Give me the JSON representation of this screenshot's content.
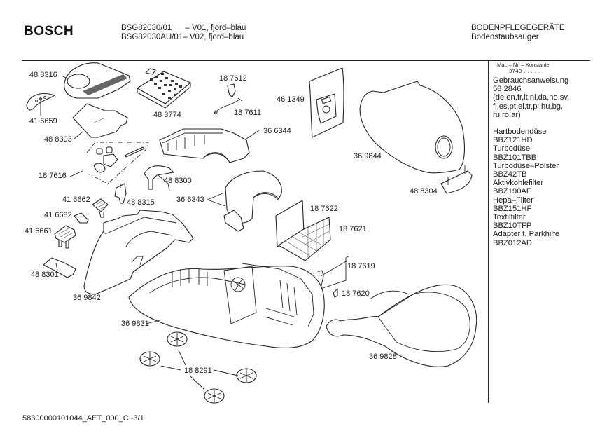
{
  "header": {
    "brand": "BOSCH",
    "models": [
      "BSG82030/01      – V01, fjord–blau",
      "BSG82030AU/01– V02, fjord–blau"
    ],
    "category": "BODENPFLEGEGERÄTE",
    "subcategory": "Bodenstaubsauger"
  },
  "sidebar": {
    "mat_label": "Mat. – Nr. – Konstante",
    "mat_value": "3740  .  .   .  .  .  .",
    "manual": {
      "title": "Gebrauchsanweisung",
      "number": "58 2846",
      "languages": [
        "(de,en,fr,it,nl,da,no,sv,",
        "fi,es,pt,el,tr,pl,hu,bg,",
        "ru,ro,ar)"
      ]
    },
    "accessories": [
      {
        "name": "Hartbodendüse",
        "code": "BBZ121HD"
      },
      {
        "name": "Turbodüse",
        "code": "BBZ101TBB"
      },
      {
        "name": "Turbodüse–Polster",
        "code": "BBZ42TB"
      },
      {
        "name": "Aktivkohlefilter",
        "code": "BBZ190AF"
      },
      {
        "name": "Hepa–Filter",
        "code": "BBZ151HF"
      },
      {
        "name": "Textilfilter",
        "code": "BBZ10TFP"
      },
      {
        "name": "Adapter f. Parkhilfe",
        "code": "BBZ012AD"
      }
    ]
  },
  "parts": {
    "p488316": "48 8316",
    "p416659": "41 6659",
    "p488303": "48 8303",
    "p483774": "48 3774",
    "p187612": "18 7612",
    "p187611": "18 7611",
    "p461349": "46 1349",
    "p366344": "36 6344",
    "p369844": "36 9844",
    "p187616": "18 7616",
    "p488300": "48 8300",
    "p416662": "41 6662",
    "p488315": "48 8315",
    "p366343": "36 6343",
    "p488304": "48 8304",
    "p416682": "41 6682",
    "p416661": "41 6661",
    "p187622": "18 7622",
    "p187621": "18 7621",
    "p488301": "48 8301",
    "p187619": "18 7619",
    "p369842": "36 9842",
    "p187620": "18 7620",
    "p369831": "36 9831",
    "p369828": "36 9828",
    "p188291": "18 8291"
  },
  "footer": {
    "doc_id": "58300000101044_AET_000_C  -3/1"
  }
}
